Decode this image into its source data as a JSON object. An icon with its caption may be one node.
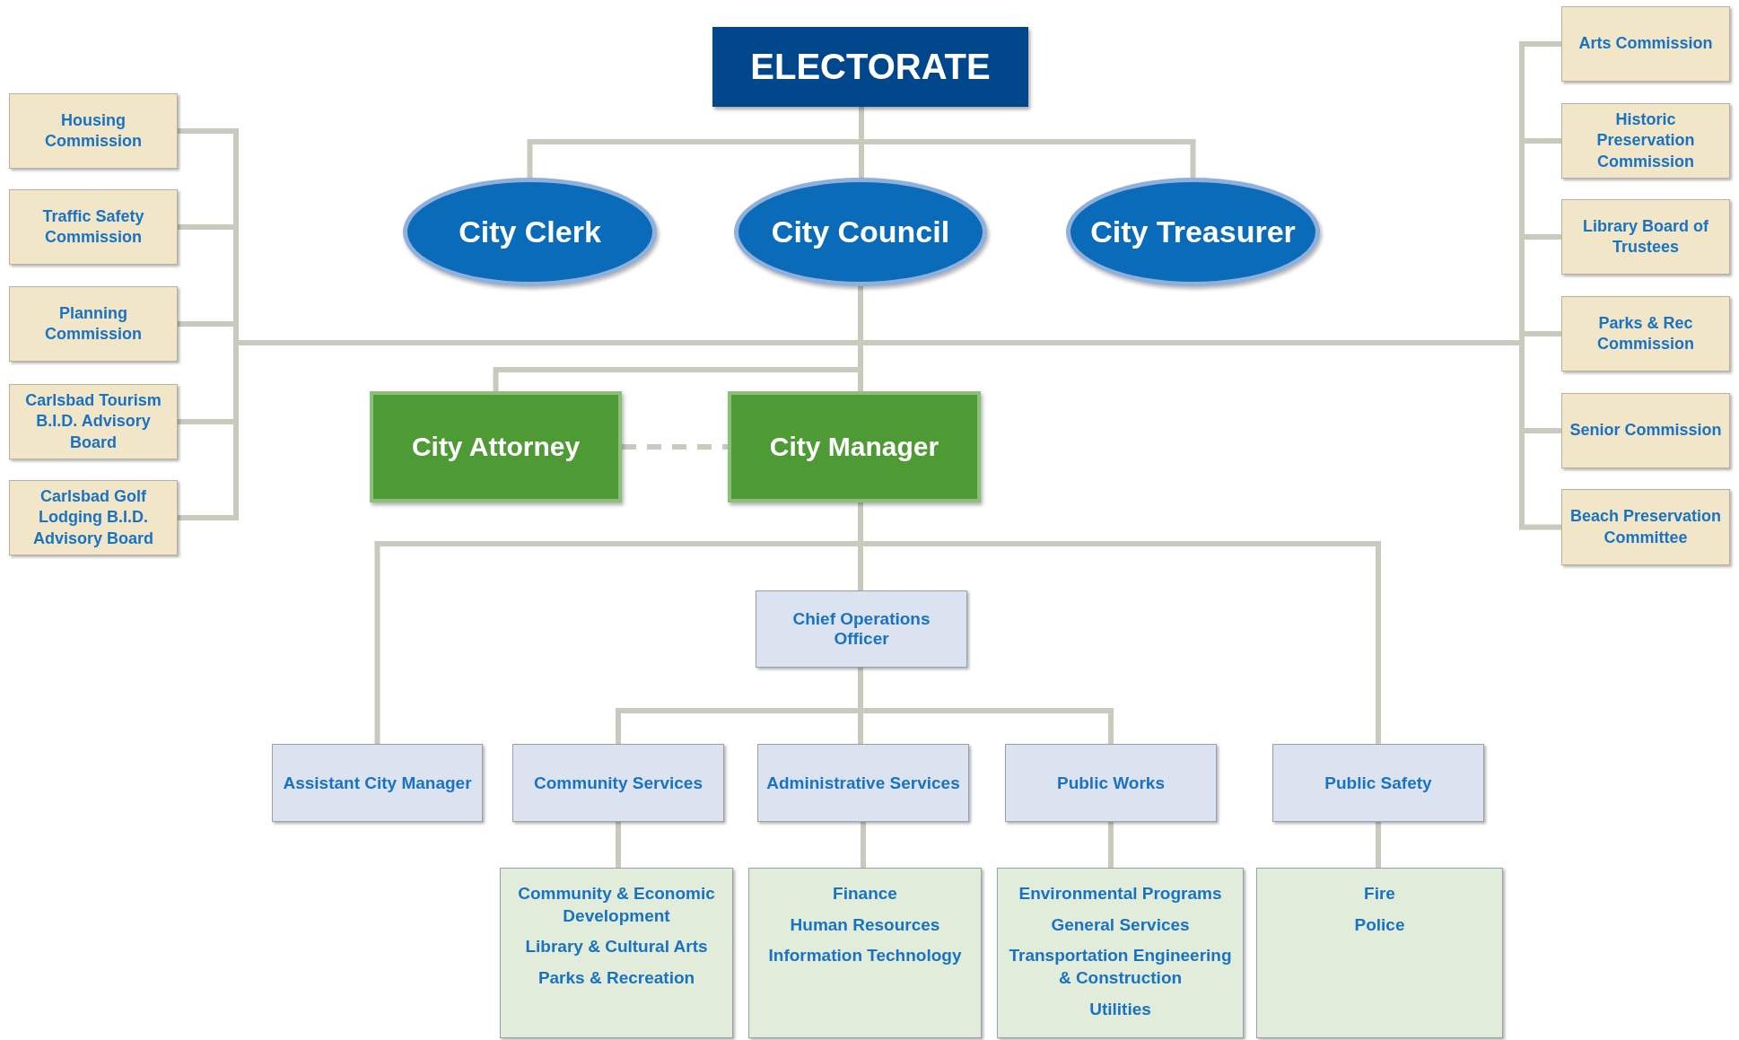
{
  "diagram": {
    "nodes": [
      {
        "text": [
          "ELECTORATE"
        ]
      },
      {
        "text": [
          "City Clerk"
        ]
      },
      {
        "text": [
          "City Council"
        ]
      },
      {
        "text": [
          "City Treasurer"
        ]
      },
      {
        "text": [
          "Housing Commission"
        ]
      },
      {
        "text": [
          "Traffic Safety Commission"
        ]
      },
      {
        "text": [
          "Planning Commission"
        ]
      },
      {
        "text": [
          "Carlsbad Tourism B.I.D. Advisory Board"
        ]
      },
      {
        "text": [
          "Carlsbad Golf Lodging B.I.D. Advisory Board"
        ]
      },
      {
        "text": [
          "Arts Commission"
        ]
      },
      {
        "text": [
          "Historic Preservation Commission"
        ]
      },
      {
        "text": [
          "Library Board of Trustees"
        ]
      },
      {
        "text": [
          "Parks & Rec Commission"
        ]
      },
      {
        "text": [
          "Senior Commission"
        ]
      },
      {
        "text": [
          "Beach Preservation Committee"
        ]
      },
      {
        "text": [
          "City Attorney"
        ]
      },
      {
        "text": [
          "City Manager"
        ]
      },
      {
        "text": [
          "Chief Operations Officer"
        ]
      },
      {
        "text": [
          "Assistant City Manager"
        ]
      },
      {
        "text": [
          "Community Services"
        ]
      },
      {
        "text": [
          "Administrative Services"
        ]
      },
      {
        "text": [
          "Public Works"
        ]
      },
      {
        "text": [
          "Public Safety"
        ]
      },
      {
        "text": [
          "Community & Economic Development",
          "Library & Cultural Arts",
          "Parks & Recreation"
        ]
      },
      {
        "text": [
          "Finance",
          "Human Resources",
          "Information Technology"
        ]
      },
      {
        "text": [
          "Environmental Programs",
          "General Services",
          "Transportation Engineering & Construction",
          "Utilities"
        ]
      },
      {
        "text": [
          "Fire",
          "Police"
        ]
      }
    ],
    "edges": [
      {
        "from": 0,
        "to": 1,
        "arrow": "none"
      },
      {
        "from": 0,
        "to": 2,
        "arrow": "none"
      },
      {
        "from": 0,
        "to": 3,
        "arrow": "none"
      },
      {
        "from": 2,
        "to": 4,
        "arrow": "none"
      },
      {
        "from": 2,
        "to": 5,
        "arrow": "none"
      },
      {
        "from": 2,
        "to": 6,
        "arrow": "none"
      },
      {
        "from": 2,
        "to": 7,
        "arrow": "none"
      },
      {
        "from": 2,
        "to": 8,
        "arrow": "none"
      },
      {
        "from": 2,
        "to": 9,
        "arrow": "none"
      },
      {
        "from": 2,
        "to": 10,
        "arrow": "none"
      },
      {
        "from": 2,
        "to": 11,
        "arrow": "none"
      },
      {
        "from": 2,
        "to": 12,
        "arrow": "none"
      },
      {
        "from": 2,
        "to": 13,
        "arrow": "none"
      },
      {
        "from": 2,
        "to": 14,
        "arrow": "none"
      },
      {
        "from": 2,
        "to": 15,
        "arrow": "none"
      },
      {
        "from": 2,
        "to": 16,
        "arrow": "none"
      },
      {
        "from": 15,
        "to": 16,
        "arrow": "none",
        "style": "dashed"
      },
      {
        "from": 16,
        "to": 17,
        "arrow": "none"
      },
      {
        "from": 16,
        "to": 18,
        "arrow": "none"
      },
      {
        "from": 16,
        "to": 22,
        "arrow": "none"
      },
      {
        "from": 17,
        "to": 19,
        "arrow": "none"
      },
      {
        "from": 17,
        "to": 20,
        "arrow": "none"
      },
      {
        "from": 17,
        "to": 21,
        "arrow": "none"
      },
      {
        "from": 19,
        "to": 23,
        "arrow": "none"
      },
      {
        "from": 20,
        "to": 24,
        "arrow": "none"
      },
      {
        "from": 21,
        "to": 25,
        "arrow": "none"
      },
      {
        "from": 22,
        "to": 26,
        "arrow": "none"
      }
    ]
  }
}
